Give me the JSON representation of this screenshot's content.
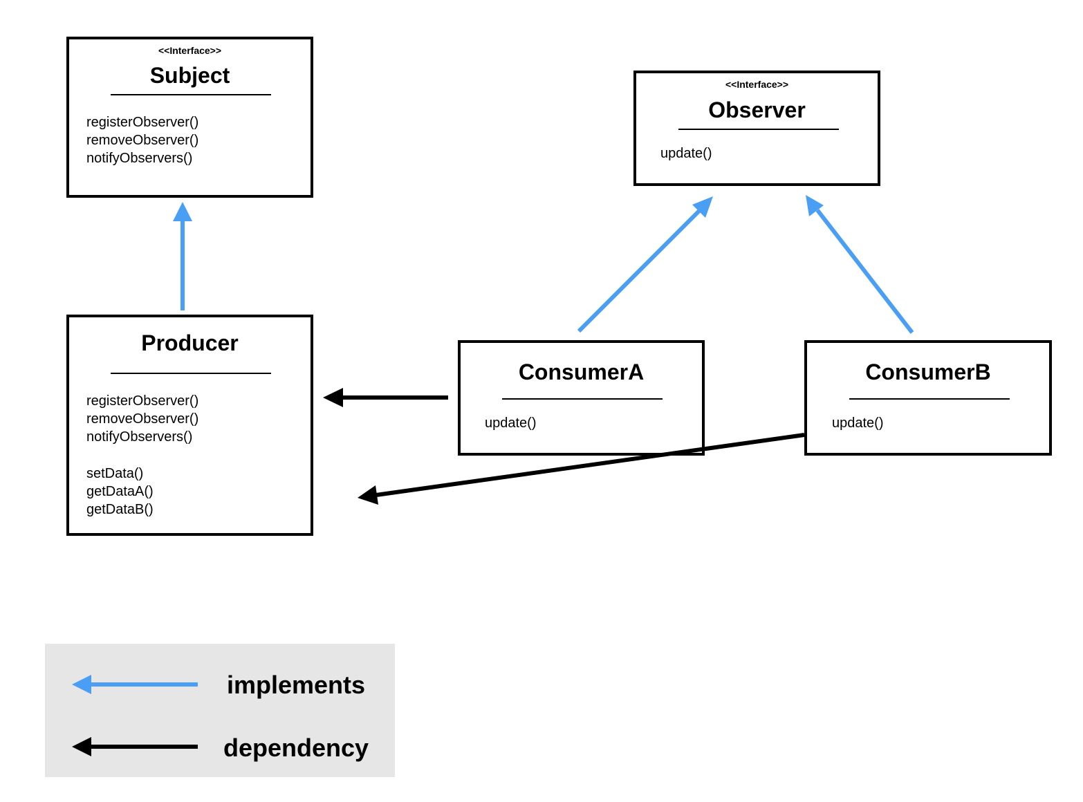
{
  "colors": {
    "implements": "#4a9ff5",
    "dependency": "#000000",
    "legend_bg": "#e6e6e6"
  },
  "subject": {
    "stereotype": "<<Interface>>",
    "name": "Subject",
    "methods": [
      "registerObserver()",
      "removeObserver()",
      "notifyObservers()"
    ]
  },
  "observer": {
    "stereotype": "<<Interface>>",
    "name": "Observer",
    "methods": [
      "update()"
    ]
  },
  "producer": {
    "name": "Producer",
    "methods": [
      "registerObserver()",
      "removeObserver()",
      "notifyObservers()"
    ],
    "methods2": [
      "setData()",
      "getDataA()",
      "getDataB()"
    ]
  },
  "consumerA": {
    "name": "ConsumerA",
    "methods": [
      "update()"
    ]
  },
  "consumerB": {
    "name": "ConsumerB",
    "methods": [
      "update()"
    ]
  },
  "legend": {
    "implements_label": "implements",
    "dependency_label": "dependency"
  }
}
